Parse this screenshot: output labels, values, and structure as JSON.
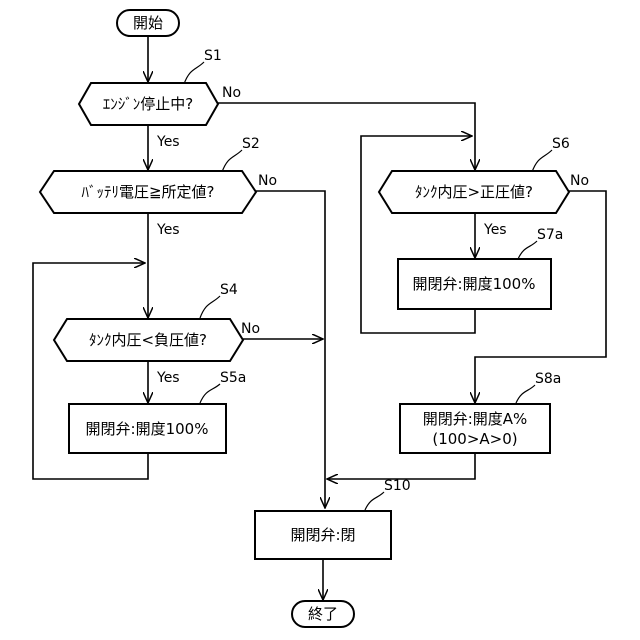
{
  "terminals": {
    "start": "開始",
    "end": "終了"
  },
  "decisions": {
    "s1": "ｴﾝｼﾞﾝ停止中?",
    "s2": "ﾊﾞｯﾃﾘ電圧≧所定値?",
    "s4": "ﾀﾝｸ内圧<負圧値?",
    "s6": "ﾀﾝｸ内圧>正圧値?"
  },
  "processes": {
    "s5a": "開閉弁:開度100%",
    "s7a": "開閉弁:開度100%",
    "s8a_line1": "開閉弁:開度A%",
    "s8a_line2": "(100>A>0)",
    "s10": "開閉弁:閉"
  },
  "branch_labels": {
    "yes": "Yes",
    "no": "No"
  },
  "step_labels": {
    "s1": "S1",
    "s2": "S2",
    "s4": "S4",
    "s5a": "S5a",
    "s6": "S6",
    "s7a": "S7a",
    "s8a": "S8a",
    "s10": "S10"
  }
}
